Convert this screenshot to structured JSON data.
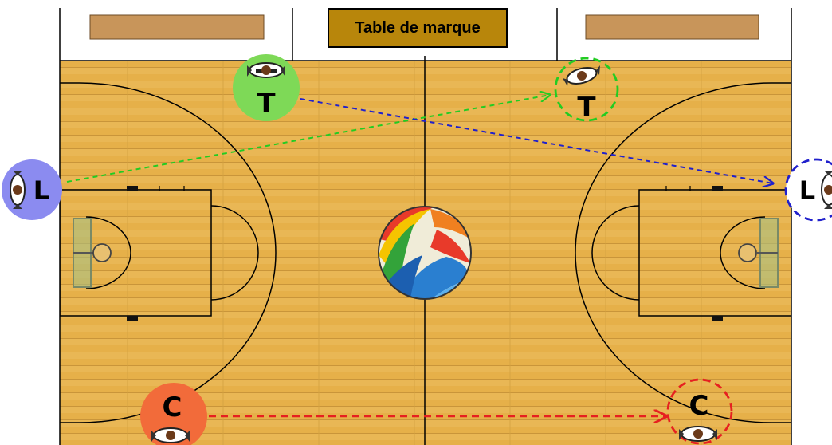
{
  "scorer_table": {
    "label": "Table de marque"
  },
  "referees": {
    "trail": {
      "letter": "T"
    },
    "lead": {
      "letter": "L"
    },
    "center": {
      "letter": "C"
    }
  },
  "colors": {
    "court_wood": "#e6b049",
    "trail": "#7ed957",
    "trail_dashed": "#22cc22",
    "lead": "#8b8bf0",
    "lead_dashed": "#2020cc",
    "center": "#f26b3a",
    "center_dashed": "#e62020",
    "scorer_table": "#b8860b",
    "bench": "#c8955a"
  },
  "icons": {
    "ball": "fiba-basketball-icon",
    "referee": "referee-figure-icon"
  }
}
